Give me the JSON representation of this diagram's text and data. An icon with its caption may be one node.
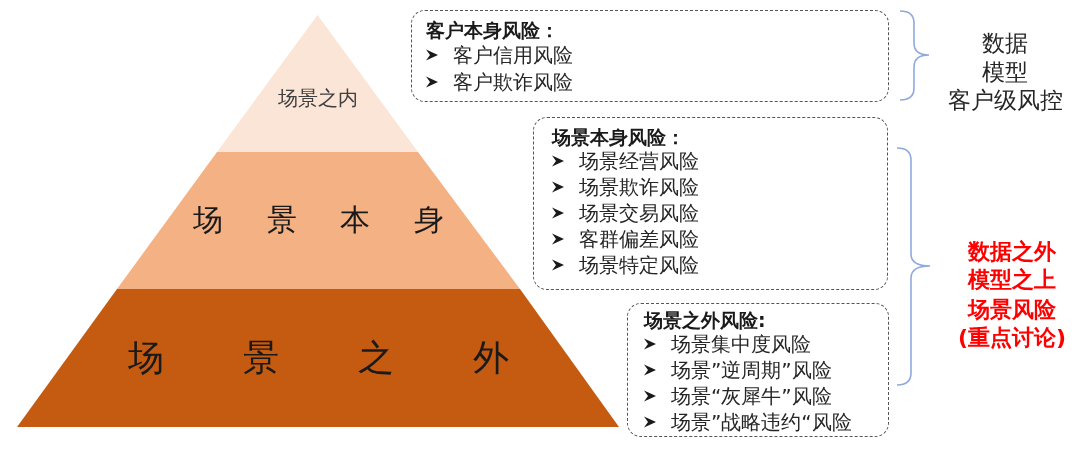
{
  "diagram": {
    "nodes": [
      {
        "text": [
          "场景之内"
        ]
      },
      {
        "text": [
          "场景本身"
        ]
      },
      {
        "text": [
          "场景之外"
        ]
      },
      {
        "text": [
          "客户本身风险：",
          "客户信用风险",
          "客户欺诈风险"
        ]
      },
      {
        "text": [
          "场景本身风险：",
          "场景经营风险",
          "场景欺诈风险",
          "场景交易风险",
          "客群偏差风险",
          "场景特定风险"
        ]
      },
      {
        "text": [
          "场景之外风险:",
          "场景集中度风险",
          "场景”逆周期”风险",
          "场景“灰犀牛”风险",
          "场景”战略违约“风险"
        ]
      }
    ],
    "labels": [
      "数据",
      "模型",
      "客户级风控",
      "数据之外",
      "模型之上",
      "场景风险",
      "(重点讨论)"
    ]
  }
}
